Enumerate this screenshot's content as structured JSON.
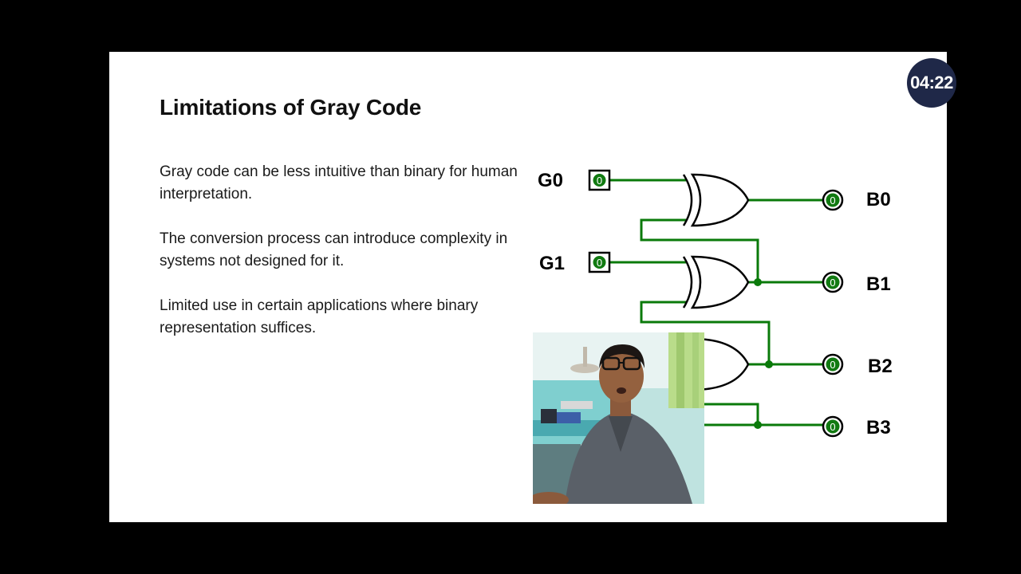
{
  "slide": {
    "title": "Limitations of Gray Code",
    "bullets": [
      "Gray code can be less intuitive than binary for human interpretation.",
      "The conversion process can introduce complexity in systems not designed for it.",
      "Limited use in certain applications where binary representation suffices."
    ]
  },
  "circuit": {
    "inputs": [
      {
        "label": "G0",
        "value": "0"
      },
      {
        "label": "G1",
        "value": "0"
      }
    ],
    "outputs": [
      {
        "label": "B0",
        "value": "0"
      },
      {
        "label": "B1",
        "value": "0"
      },
      {
        "label": "B2",
        "value": "0"
      },
      {
        "label": "B3",
        "value": "0"
      }
    ],
    "wire_color": "#0a7a0a",
    "pin_fill": "#117a11"
  },
  "timer": {
    "text": "04:22"
  },
  "webcam": {
    "description_icon": "presenter-video-icon"
  }
}
